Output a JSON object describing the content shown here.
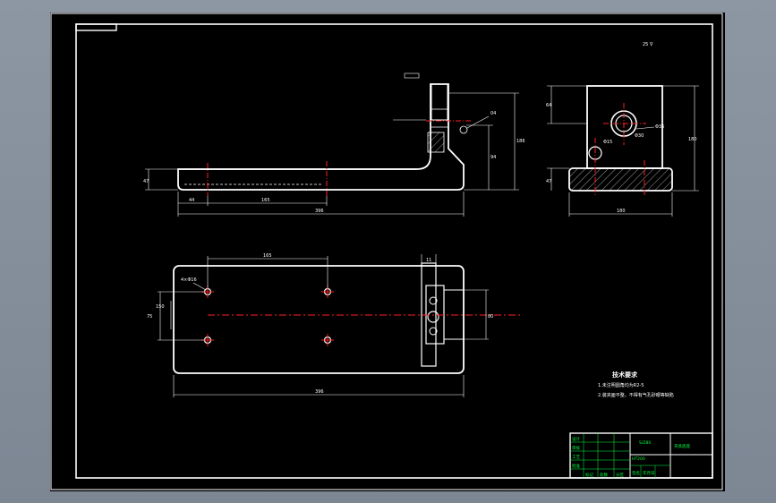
{
  "colors": {
    "background": "#000000",
    "outline": "#ffffff",
    "centerline": "#ff2020",
    "titleblock": "#00ff40",
    "hidden": "#ffffff"
  },
  "top_right_note": "25 ∇",
  "front_view": {
    "overall_length": "396",
    "hole_spacing": "165",
    "offset_left": "44",
    "base_height": "47",
    "upright_height_outer": "186",
    "upright_height_inner": "94",
    "callout": "04"
  },
  "side_view": {
    "width": "180",
    "height": "180",
    "upper_height": "64",
    "base_height": "47",
    "dims_small": [
      "Φ36",
      "Φ30",
      "Φ15"
    ]
  },
  "plan_view": {
    "overall_length": "396",
    "hole_spacing": "165",
    "hole_callout": "4×Φ16",
    "row_spacing": "75",
    "outer_width": "150",
    "slot_width": "80",
    "end_dim": "11"
  },
  "technical_requirements": {
    "title": "技术要求",
    "lines": [
      "1.未注明圆角均为R2-5",
      "2.装夹面平整，不得有气孔砂眼等缺陷"
    ]
  },
  "title_block": {
    "scale_label": "S/Z80",
    "material": "HT200",
    "drawing_name": "夹具底座",
    "labels": [
      "设计",
      "审核",
      "工艺",
      "批准",
      "标记",
      "处数",
      "分区",
      "签名",
      "年月日"
    ]
  }
}
